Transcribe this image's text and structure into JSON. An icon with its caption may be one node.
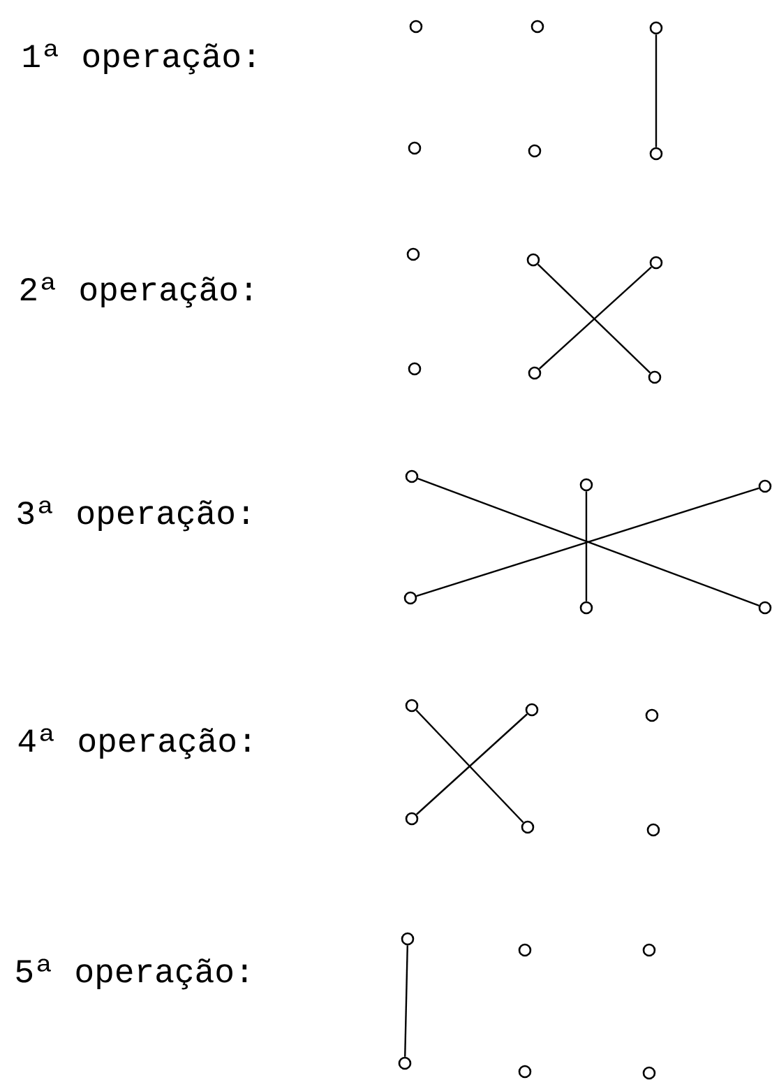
{
  "diagram": {
    "nodes": [
      {
        "text": [],
        "shape": "circle"
      },
      {
        "text": [],
        "shape": "circle"
      },
      {
        "text": [],
        "shape": "circle"
      },
      {
        "text": [],
        "shape": "circle"
      },
      {
        "text": [],
        "shape": "circle"
      },
      {
        "text": [],
        "shape": "circle"
      },
      {
        "text": [],
        "shape": "circle"
      },
      {
        "text": [],
        "shape": "circle"
      },
      {
        "text": [],
        "shape": "circle"
      },
      {
        "text": [],
        "shape": "circle"
      },
      {
        "text": [],
        "shape": "circle"
      },
      {
        "text": [],
        "shape": "circle"
      },
      {
        "text": [],
        "shape": "circle"
      },
      {
        "text": [],
        "shape": "circle"
      },
      {
        "text": [],
        "shape": "circle"
      },
      {
        "text": [],
        "shape": "circle"
      },
      {
        "text": [],
        "shape": "circle"
      },
      {
        "text": [],
        "shape": "circle"
      },
      {
        "text": [],
        "shape": "circle"
      },
      {
        "text": [],
        "shape": "circle"
      },
      {
        "text": [],
        "shape": "circle"
      },
      {
        "text": [],
        "shape": "circle"
      },
      {
        "text": [],
        "shape": "circle"
      },
      {
        "text": [],
        "shape": "circle"
      },
      {
        "text": [],
        "shape": "circle"
      },
      {
        "text": [],
        "shape": "circle"
      },
      {
        "text": [],
        "shape": "circle"
      },
      {
        "text": [],
        "shape": "circle"
      },
      {
        "text": [],
        "shape": "circle"
      },
      {
        "text": [],
        "shape": "circle"
      }
    ],
    "edges": [
      {
        "from": 2,
        "to": 5,
        "arrow": "none"
      },
      {
        "from": 7,
        "to": 11,
        "arrow": "none"
      },
      {
        "from": 8,
        "to": 10,
        "arrow": "none"
      },
      {
        "from": 12,
        "to": 17,
        "arrow": "none"
      },
      {
        "from": 15,
        "to": 14,
        "arrow": "none"
      },
      {
        "from": 13,
        "to": 16,
        "arrow": "none"
      },
      {
        "from": 18,
        "to": 22,
        "arrow": "none"
      },
      {
        "from": 21,
        "to": 19,
        "arrow": "none"
      },
      {
        "from": 24,
        "to": 27,
        "arrow": "none"
      }
    ],
    "labels": [
      "1ª operação:",
      "2ª operação:",
      "3ª operação:",
      "4ª operação:",
      "5ª operação:"
    ]
  }
}
